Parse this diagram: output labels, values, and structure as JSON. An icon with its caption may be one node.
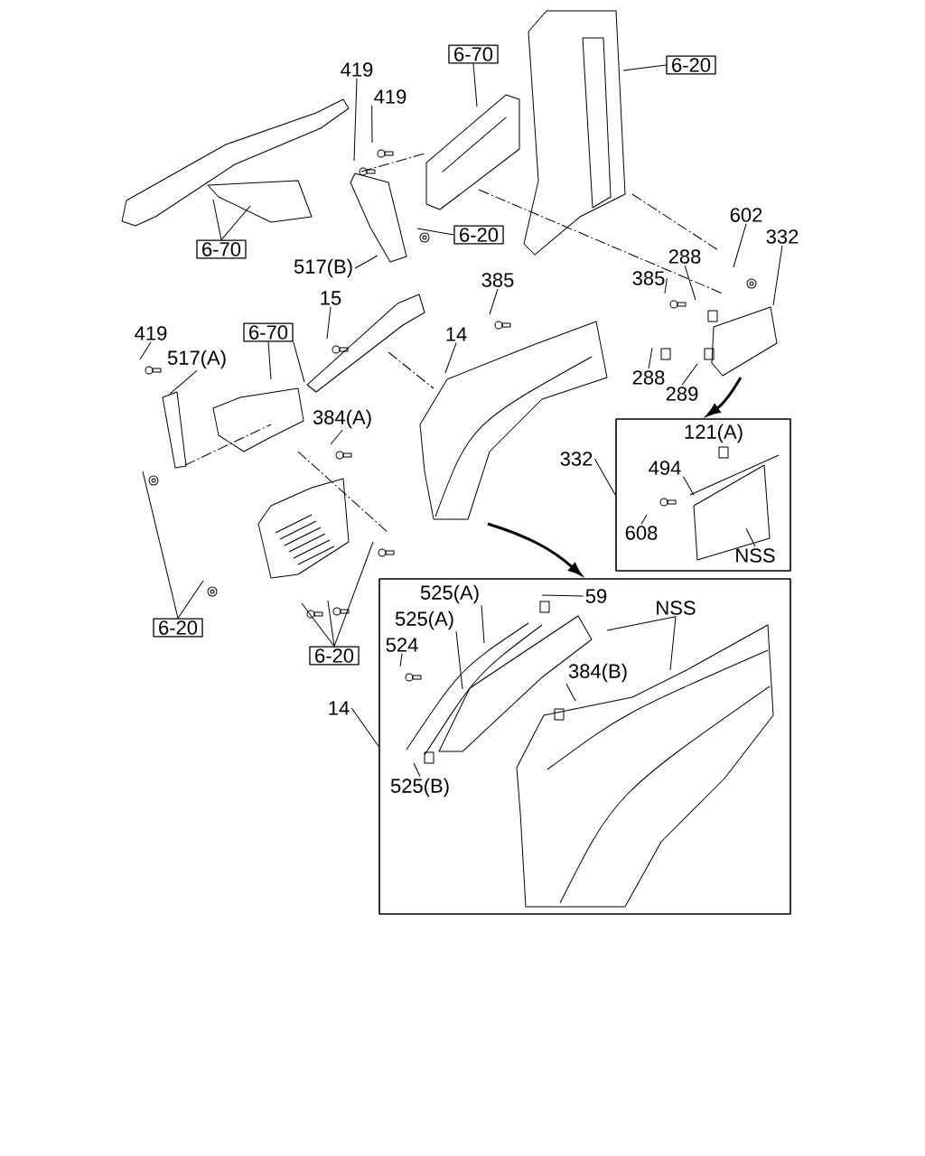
{
  "diagram": {
    "nodes": [
      {
        "text": [],
        "shape": "box"
      },
      {
        "text": [],
        "shape": "box"
      },
      {
        "text": [
          "419"
        ]
      },
      {
        "text": [
          "419"
        ]
      },
      {
        "text": [
          "6-70"
        ]
      },
      {
        "text": [
          "6-20"
        ]
      },
      {
        "text": [
          "6-70"
        ]
      },
      {
        "text": [
          "6-20"
        ]
      },
      {
        "text": [
          "517(B)"
        ]
      },
      {
        "text": [
          "602"
        ]
      },
      {
        "text": [
          "332"
        ]
      },
      {
        "text": [
          "385"
        ]
      },
      {
        "text": [
          "288"
        ]
      },
      {
        "text": [
          "385"
        ]
      },
      {
        "text": [
          "15"
        ]
      },
      {
        "text": [
          "14"
        ]
      },
      {
        "text": [
          "419"
        ]
      },
      {
        "text": [
          "6-70"
        ]
      },
      {
        "text": [
          "517(A)"
        ]
      },
      {
        "text": [
          "288"
        ]
      },
      {
        "text": [
          "289"
        ]
      },
      {
        "text": [
          "384(A)"
        ]
      },
      {
        "text": [
          "332"
        ]
      },
      {
        "text": [
          "121(A)"
        ],
        "in": 0
      },
      {
        "text": [
          "494"
        ],
        "in": 0
      },
      {
        "text": [
          "608"
        ],
        "in": 0
      },
      {
        "text": [
          "NSS"
        ],
        "in": 0
      },
      {
        "text": [
          "6-20"
        ]
      },
      {
        "text": [
          "6-20"
        ]
      },
      {
        "text": [
          "525(A)"
        ],
        "in": 1
      },
      {
        "text": [
          "59"
        ],
        "in": 1
      },
      {
        "text": [
          "NSS"
        ],
        "in": 1
      },
      {
        "text": [
          "525(A)"
        ],
        "in": 1
      },
      {
        "text": [
          "524"
        ],
        "in": 1
      },
      {
        "text": [
          "384(B)"
        ],
        "in": 1
      },
      {
        "text": [
          "14"
        ]
      },
      {
        "text": [
          "525(B)"
        ],
        "in": 1
      }
    ],
    "edges": [
      {
        "from": 2,
        "to": null,
        "arrow": "none"
      },
      {
        "from": 3,
        "to": null,
        "arrow": "none"
      },
      {
        "from": 4,
        "to": null,
        "arrow": "none"
      },
      {
        "from": 5,
        "to": null,
        "arrow": "none"
      },
      {
        "from": 6,
        "to": null,
        "arrow": "none"
      },
      {
        "from": 6,
        "to": null,
        "arrow": "none"
      },
      {
        "from": 7,
        "to": null,
        "arrow": "none"
      },
      {
        "from": 8,
        "to": null,
        "arrow": "none"
      },
      {
        "from": 9,
        "to": null,
        "arrow": "none"
      },
      {
        "from": 10,
        "to": null,
        "arrow": "none"
      },
      {
        "from": 11,
        "to": null,
        "arrow": "none"
      },
      {
        "from": 12,
        "to": null,
        "arrow": "none"
      },
      {
        "from": 13,
        "to": null,
        "arrow": "none"
      },
      {
        "from": 14,
        "to": null,
        "arrow": "none"
      },
      {
        "from": 15,
        "to": null,
        "arrow": "none"
      },
      {
        "from": 16,
        "to": null,
        "arrow": "none"
      },
      {
        "from": 17,
        "to": null,
        "arrow": "none"
      },
      {
        "from": 17,
        "to": null,
        "arrow": "none"
      },
      {
        "from": 18,
        "to": null,
        "arrow": "none"
      },
      {
        "from": 19,
        "to": null,
        "arrow": "none"
      },
      {
        "from": 20,
        "to": null,
        "arrow": "none"
      },
      {
        "from": 21,
        "to": null,
        "arrow": "none"
      },
      {
        "from": 22,
        "to": 0,
        "arrow": "none"
      },
      {
        "from": 24,
        "to": null,
        "arrow": "none"
      },
      {
        "from": 25,
        "to": null,
        "arrow": "none"
      },
      {
        "from": 26,
        "to": null,
        "arrow": "none"
      },
      {
        "from": 27,
        "to": null,
        "arrow": "none"
      },
      {
        "from": 27,
        "to": null,
        "arrow": "none"
      },
      {
        "from": 28,
        "to": null,
        "arrow": "none"
      },
      {
        "from": 28,
        "to": null,
        "arrow": "none"
      },
      {
        "from": 28,
        "to": null,
        "arrow": "none"
      },
      {
        "from": 29,
        "to": null,
        "arrow": "none"
      },
      {
        "from": 30,
        "to": null,
        "arrow": "none"
      },
      {
        "from": 31,
        "to": null,
        "arrow": "none"
      },
      {
        "from": 31,
        "to": null,
        "arrow": "none"
      },
      {
        "from": 32,
        "to": null,
        "arrow": "none"
      },
      {
        "from": 33,
        "to": null,
        "arrow": "none"
      },
      {
        "from": 34,
        "to": null,
        "arrow": "none"
      },
      {
        "from": 35,
        "to": 1,
        "arrow": "none"
      },
      {
        "from": 36,
        "to": null,
        "arrow": "none"
      },
      {
        "from": null,
        "to": 0,
        "arrow": "to",
        "style": "thick"
      },
      {
        "from": null,
        "to": 1,
        "arrow": "to",
        "style": "thick"
      }
    ]
  }
}
